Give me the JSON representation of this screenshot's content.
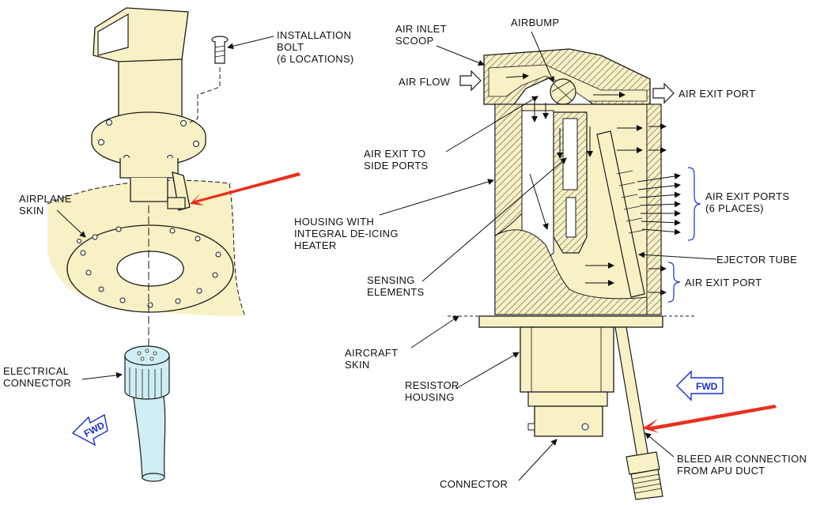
{
  "colors": {
    "part_fill": "#f8f1c5",
    "hatch": "#6b6b5a",
    "outline": "#1a1a1a",
    "highlight_arrow": "#e8301e",
    "fwd_blue": "#1a2fd0",
    "hose_fill": "#cfeef3",
    "skin_fill": "#f8f1c5"
  },
  "left_view": {
    "labels": {
      "installation_bolt": [
        "INSTALLATION",
        "BOLT",
        "(6 LOCATIONS)"
      ],
      "airplane_skin": [
        "AIRPLANE",
        "SKIN"
      ],
      "electrical_connector": [
        "ELECTRICAL",
        "CONNECTOR"
      ]
    },
    "fwd_badge": "FWD"
  },
  "right_view": {
    "labels": {
      "air_inlet_scoop": [
        "AIR INLET",
        "SCOOP"
      ],
      "airbump": [
        "AIRBUMP"
      ],
      "air_flow": [
        "AIR FLOW"
      ],
      "air_exit_port_top": [
        "AIR EXIT PORT"
      ],
      "air_exit_to_side_ports": [
        "AIR EXIT TO",
        "SIDE PORTS"
      ],
      "air_exit_ports_6": [
        "AIR EXIT PORTS",
        "(6 PLACES)"
      ],
      "housing_with_heater": [
        "HOUSING WITH",
        "INTEGRAL DE-ICING",
        "HEATER"
      ],
      "ejector_tube": [
        "EJECTOR TUBE"
      ],
      "sensing_elements": [
        "SENSING",
        "ELEMENTS"
      ],
      "air_exit_port_side": [
        "AIR EXIT PORT"
      ],
      "aircraft_skin": [
        "AIRCRAFT",
        "SKIN"
      ],
      "resistor_housing": [
        "RESISTOR",
        "HOUSING"
      ],
      "connector": [
        "CONNECTOR"
      ],
      "bleed_air_connection": [
        "BLEED AIR CONNECTION",
        "FROM APU DUCT"
      ]
    },
    "fwd_badge": "FWD"
  }
}
